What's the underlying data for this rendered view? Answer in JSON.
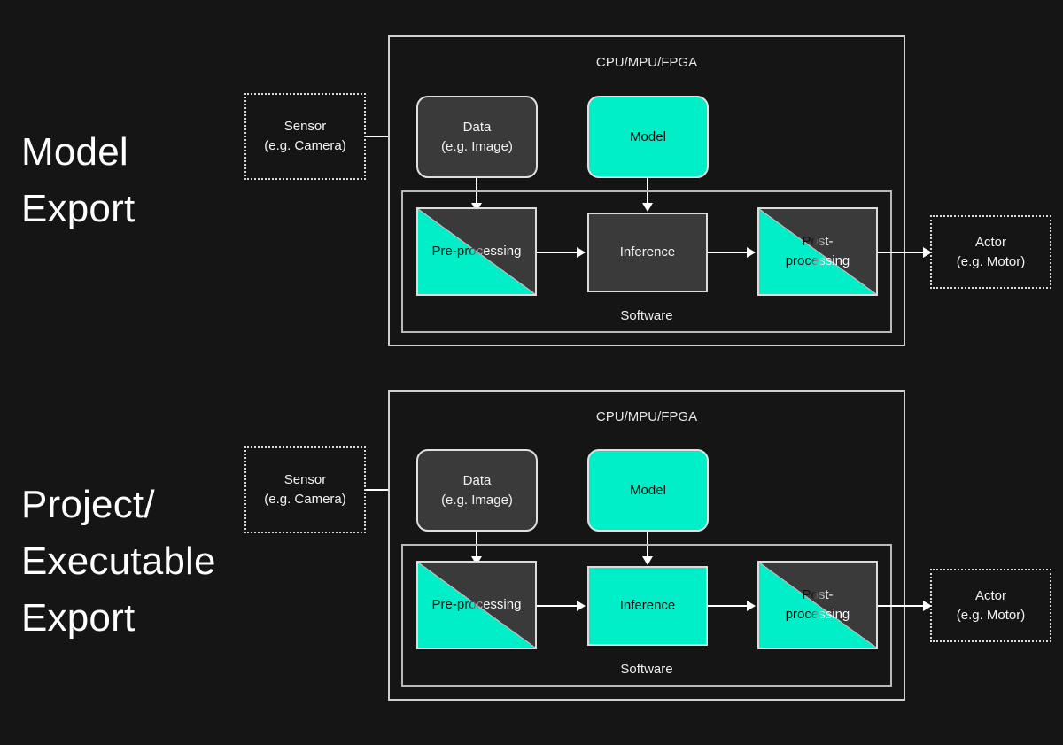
{
  "background_color": "#151515",
  "accent_color": "#00efc8",
  "box_gray_color": "#3a3a3a",
  "line_color": "#ffffff",
  "sections": [
    {
      "id": "model-export",
      "title": "Model\nExport",
      "frame_label": "CPU/MPU/FPGA",
      "software_label": "Software",
      "sensor": {
        "line1": "Sensor",
        "line2": "(e.g. Camera)"
      },
      "actor": {
        "line1": "Actor",
        "line2": "(e.g. Motor)"
      },
      "data": {
        "line1": "Data",
        "line2": "(e.g. Image)",
        "fill": "gray"
      },
      "model": {
        "label": "Model",
        "fill": "teal"
      },
      "pipeline": [
        {
          "label": "Pre-processing",
          "fill": "split"
        },
        {
          "label": "Inference",
          "fill": "solid-gray"
        },
        {
          "label_line1": "Post-",
          "label_line2": "processing",
          "fill": "split"
        }
      ]
    },
    {
      "id": "project-executable-export",
      "title": "Project/\nExecutable\nExport",
      "frame_label": "CPU/MPU/FPGA",
      "software_label": "Software",
      "sensor": {
        "line1": "Sensor",
        "line2": "(e.g. Camera)"
      },
      "actor": {
        "line1": "Actor",
        "line2": "(e.g. Motor)"
      },
      "data": {
        "line1": "Data",
        "line2": "(e.g. Image)",
        "fill": "gray"
      },
      "model": {
        "label": "Model",
        "fill": "teal"
      },
      "pipeline": [
        {
          "label": "Pre-processing",
          "fill": "split"
        },
        {
          "label": "Inference",
          "fill": "solid-teal"
        },
        {
          "label_line1": "Post-",
          "label_line2": "processing",
          "fill": "split"
        }
      ]
    }
  ]
}
